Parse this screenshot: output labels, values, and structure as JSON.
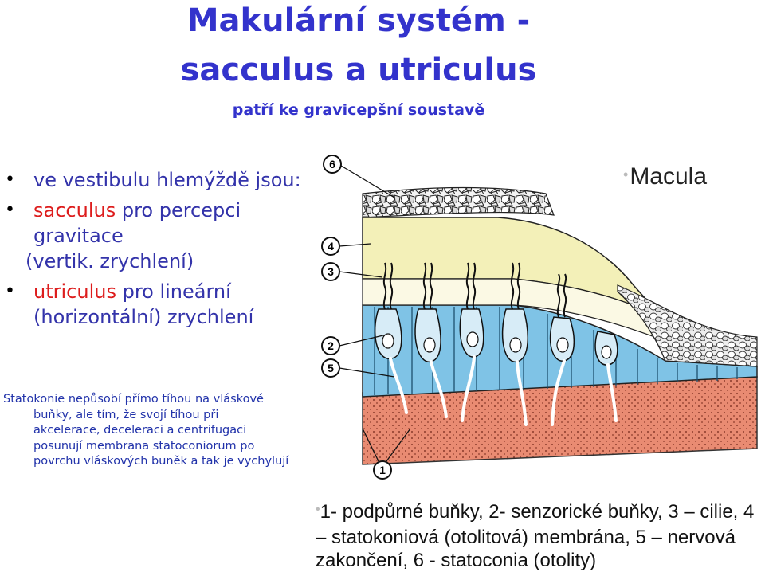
{
  "title_line1": "Makulární systém -",
  "title_line2": "sacculus a utriculus",
  "subtitle": "patří ke gravicepšní soustavě",
  "bullets": {
    "b1": "ve vestibulu hlemýždě jsou:",
    "b2_term": "sacculus",
    "b2_rest": " pro percepci gravitace",
    "b2_cont": "(vertik. zrychlení)",
    "b3_term": "utriculus",
    "b3_rest": " pro lineární (horizontální) zrychlení"
  },
  "note": {
    "line1": "Statokonie nepůsobí přímo tíhou na vláskové",
    "line2": "buňky, ale tím, že svojí tíhou  při",
    "line3": "akcelerace, deceleraci a centrifugaci",
    "line4": "posunují membrana statoconiorum  po",
    "line5": "povrchu vláskových buněk a tak je vychylují"
  },
  "figure": {
    "label": "Macula",
    "markers": [
      "6",
      "4",
      "3",
      "2",
      "5",
      "1"
    ]
  },
  "legend": "1- podpůrné buňky, 2- senzorické buňky, 3 – cilie, 4 – statokoniová (otolitová) membrána, 5 – nervová zakončení, 6 - statoconia (otolity)",
  "colors": {
    "title": "#3333cc",
    "term_red": "#dd1c1c",
    "epithelium": "#7fc3e6",
    "membrane": "#f3f0b8",
    "connective": "#e98b72"
  }
}
